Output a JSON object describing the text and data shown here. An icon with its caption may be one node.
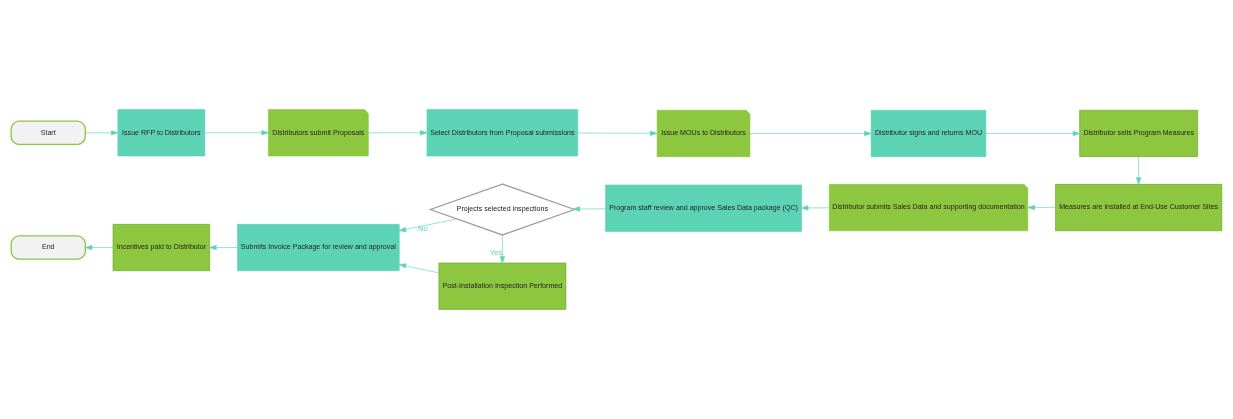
{
  "diagram": {
    "nodes": [
      {
        "text": [
          "Start"
        ]
      },
      {
        "text": [
          "Issue RFP to Distributors"
        ]
      },
      {
        "text": [
          "Distributors submit Proposals"
        ]
      },
      {
        "text": [
          "Select Distributors from Proposal submissions"
        ]
      },
      {
        "text": [
          "Issue MOUs to Distributors"
        ]
      },
      {
        "text": [
          "Distributor signs and returns MOU"
        ]
      },
      {
        "text": [
          "Distributor sells Program Measures"
        ]
      },
      {
        "text": [
          "Measures are installed at End-Use Customer Sites"
        ]
      },
      {
        "text": [
          "Distributor submits Sales Data and supporting documentation"
        ]
      },
      {
        "text": [
          "Program staff review and approve Sales Data package (QC)"
        ]
      },
      {
        "text": [
          "Projects selected inspections"
        ]
      },
      {
        "text": [
          "Submits Invoice Package for review and approval"
        ]
      },
      {
        "text": [
          "Incentives paid to Distributor"
        ]
      },
      {
        "text": [
          "End"
        ]
      },
      {
        "text": [
          "Post-Installation Inspection Performed"
        ]
      }
    ],
    "edges": [
      {
        "from": 0,
        "to": 1,
        "arrow": "to"
      },
      {
        "from": 1,
        "to": 2,
        "arrow": "to"
      },
      {
        "from": 2,
        "to": 3,
        "arrow": "to"
      },
      {
        "from": 3,
        "to": 4,
        "arrow": "to"
      },
      {
        "from": 4,
        "to": 5,
        "arrow": "to"
      },
      {
        "from": 5,
        "to": 6,
        "arrow": "to"
      },
      {
        "from": 6,
        "to": 7,
        "arrow": "to"
      },
      {
        "from": 7,
        "to": 8,
        "arrow": "to"
      },
      {
        "from": 8,
        "to": 9,
        "arrow": "to"
      },
      {
        "from": 9,
        "to": 10,
        "arrow": "to"
      },
      {
        "from": 10,
        "to": 11,
        "label": "No",
        "arrow": "to"
      },
      {
        "from": 11,
        "to": 12,
        "arrow": "to"
      },
      {
        "from": 12,
        "to": 13,
        "arrow": "to"
      },
      {
        "from": 10,
        "to": 14,
        "label": "Yes",
        "arrow": "to"
      },
      {
        "from": 14,
        "to": 11,
        "arrow": "to"
      }
    ]
  }
}
